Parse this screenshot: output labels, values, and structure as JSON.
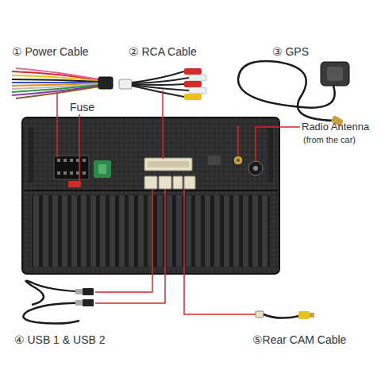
{
  "diagram": {
    "labels": [
      "① Power Cable",
      "② RCA Cable",
      "③ GPS",
      "Fuse",
      "Radio Antenna",
      "(from the car)",
      "④ USB 1 & USB 2",
      "⑤Rear CAM Cable"
    ]
  }
}
